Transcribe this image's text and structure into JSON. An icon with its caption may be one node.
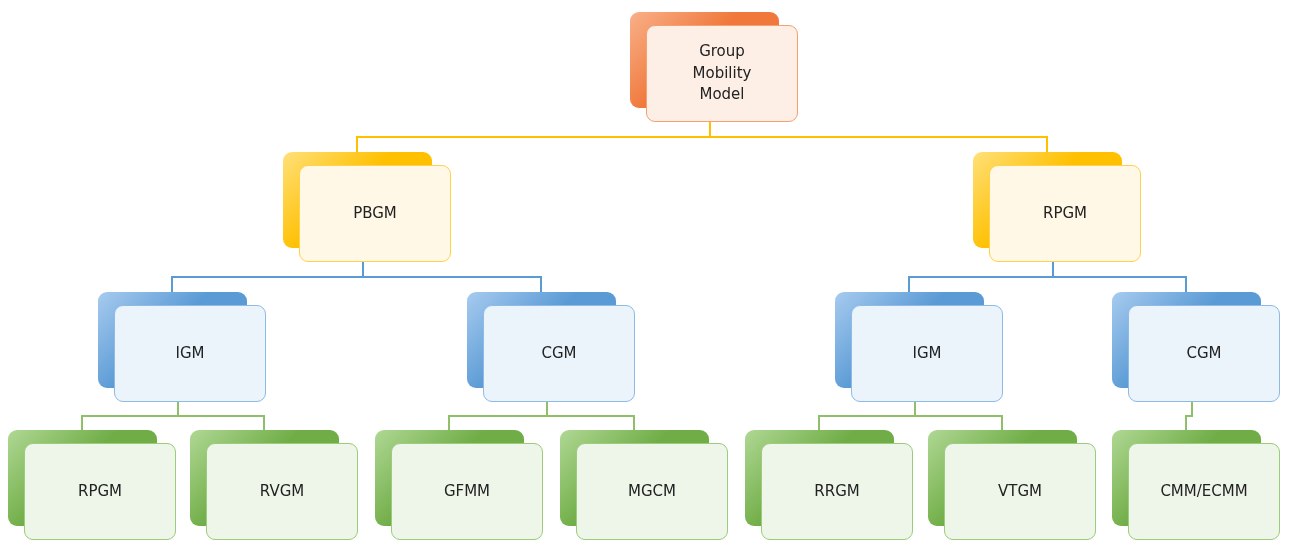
{
  "diagram": {
    "nodes": [
      {
        "text": [
          "Group Mobility Model"
        ]
      },
      {
        "text": [
          "PBGM"
        ]
      },
      {
        "text": [
          "RPGM"
        ]
      },
      {
        "text": [
          "IGM"
        ]
      },
      {
        "text": [
          "CGM"
        ]
      },
      {
        "text": [
          "IGM"
        ]
      },
      {
        "text": [
          "CGM"
        ]
      },
      {
        "text": [
          "RPGM"
        ]
      },
      {
        "text": [
          "RVGM"
        ]
      },
      {
        "text": [
          "GFMM"
        ]
      },
      {
        "text": [
          "MGCM"
        ]
      },
      {
        "text": [
          "RRGM"
        ]
      },
      {
        "text": [
          "VTGM"
        ]
      },
      {
        "text": [
          "CMM/ECMM"
        ]
      }
    ],
    "edges": [
      {
        "from": 0,
        "to": 1,
        "arrow": "none",
        "color": "#ffc000"
      },
      {
        "from": 0,
        "to": 2,
        "arrow": "none",
        "color": "#ffc000"
      },
      {
        "from": 1,
        "to": 3,
        "arrow": "none",
        "color": "#5b9bd5"
      },
      {
        "from": 1,
        "to": 4,
        "arrow": "none",
        "color": "#5b9bd5"
      },
      {
        "from": 2,
        "to": 5,
        "arrow": "none",
        "color": "#5b9bd5"
      },
      {
        "from": 2,
        "to": 6,
        "arrow": "none",
        "color": "#5b9bd5"
      },
      {
        "from": 3,
        "to": 7,
        "arrow": "none"
      },
      {
        "from": 3,
        "to": 8,
        "arrow": "none"
      },
      {
        "from": 4,
        "to": 9,
        "arrow": "none"
      },
      {
        "from": 4,
        "to": 10,
        "arrow": "none"
      },
      {
        "from": 5,
        "to": 11,
        "arrow": "none"
      },
      {
        "from": 5,
        "to": 12,
        "arrow": "none"
      },
      {
        "from": 6,
        "to": 13,
        "arrow": "none"
      }
    ]
  }
}
